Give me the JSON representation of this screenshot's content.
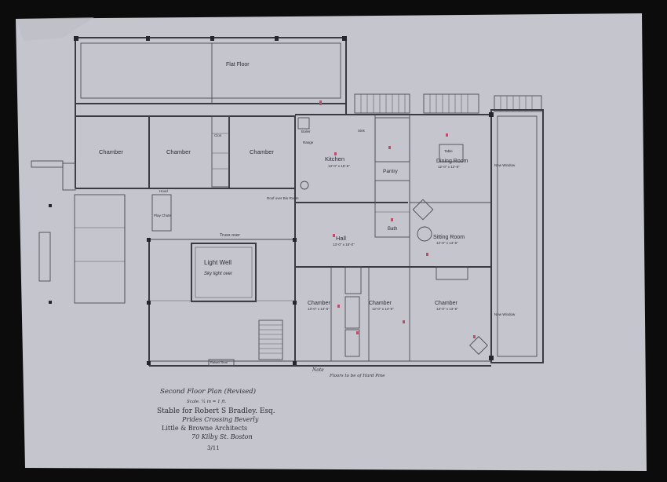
{
  "drawing": {
    "rooms": {
      "chamber_a": "Chamber",
      "chamber_b": "Chamber",
      "chamber_c": "Chamber",
      "kitchen": "Kitchen",
      "kitchen_size": "13'-0\" x 15'-6\"",
      "dining_room": "Dining Room",
      "dining_size": "12'-0\" x 12'-6\"",
      "pantry": "Pantry",
      "hall": "Hall",
      "hall_size": "13'-0\" x 15'-0\"",
      "sitting_room": "Sitting Room",
      "sitting_size": "12'-0\" x 14'-6\"",
      "bath": "Bath",
      "chamber_d": "Chamber",
      "chamber_d_size": "13'-0\" x 14'-6\"",
      "chamber_e": "Chamber",
      "chamber_e_size": "12'-0\" x 14'-6\"",
      "chamber_f": "Chamber",
      "chamber_f_size": "13'-0\" x 13'-6\"",
      "light_well": "Light Well",
      "sky_light": "Sky light over",
      "play_chute": "Play Chute"
    },
    "annotations": {
      "flat_floor": "Flat Floor",
      "truss_over": "Truss over",
      "roof_over_bin": "Roof over Bin Room",
      "new_window_1": "New Window",
      "new_window_2": "New Window",
      "boiler": "Boiler",
      "range": "Range",
      "sink": "Sink",
      "note_label": "Note",
      "note_text": "Floors to be of Hard Pine",
      "raised_seat": "Raised Seat",
      "clos": "Clos",
      "hood": "Hood",
      "table": "Table"
    },
    "title_block": {
      "line1": "Second Floor Plan (Revised)",
      "scale": "Scale. ¼ in = 1 ft.",
      "line3": "Stable for Robert S Bradley. Esq.",
      "line4": "Prides Crossing Beverly",
      "line5": "Little & Browne Architects",
      "line6": "70 Kilby St. Boston",
      "sheet_no": "3/11"
    },
    "colors": {
      "background": "#0c0c0d",
      "paper": "#c5c5cd",
      "ink": "#3a3a44",
      "red_pencil": "#b8506a"
    }
  }
}
